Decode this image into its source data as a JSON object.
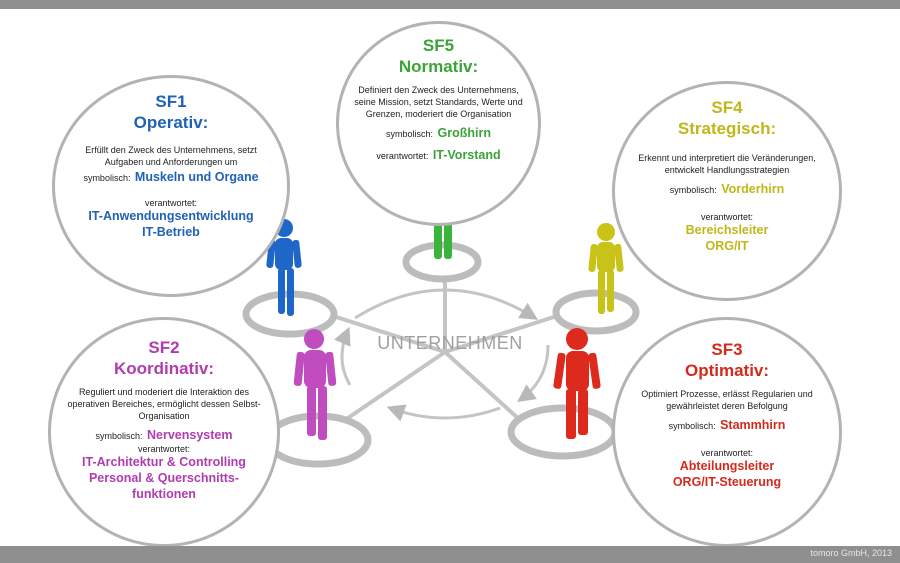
{
  "footer": {
    "credit": "tomoro GmbH, 2013"
  },
  "center": {
    "label": "UNTERNEHMEN"
  },
  "colors": {
    "sf1": "#1f62b5",
    "sf2": "#b03cb0",
    "sf3": "#d42a1e",
    "sf4": "#c2b619",
    "sf5": "#3aa43a",
    "ring": "#b3b3b3"
  },
  "sf5": {
    "code": "SF5",
    "title": "Normativ:",
    "description": "Definiert den Zweck des Unternehmens, seine Mission, setzt Standards, Werte und Grenzen, moderiert die Organisation",
    "symbolic_label": "symbolisch:",
    "symbolic_value": "Großhirn",
    "responsible_label": "verantwortet:",
    "responsible_value": "IT-Vorstand"
  },
  "sf1": {
    "code": "SF1",
    "title": "Operativ:",
    "description": "Erfüllt den Zweck des Unternehmens, setzt Aufgaben und Anforderungen um",
    "symbolic_label": "symbolisch:",
    "symbolic_value": "Muskeln und Organe",
    "responsible_label": "verantwortet:",
    "responsible_lines": [
      "IT-Anwendungsentwicklung",
      "IT-Betrieb"
    ]
  },
  "sf4": {
    "code": "SF4",
    "title": "Strategisch:",
    "description": "Erkennt und interpretiert die Veränderungen, entwickelt Handlungsstrategien",
    "symbolic_label": "symbolisch:",
    "symbolic_value": "Vorderhirn",
    "responsible_label": "verantwortet:",
    "responsible_lines": [
      "Bereichsleiter",
      "ORG/IT"
    ]
  },
  "sf2": {
    "code": "SF2",
    "title": "Koordinativ:",
    "description": "Reguliert und moderiert die Interaktion des operativen Bereiches, ermöglicht dessen Selbst-Organisation",
    "symbolic_label": "symbolisch:",
    "symbolic_value": "Nervensystem",
    "responsible_label": "verantwortet:",
    "responsible_lines": [
      "IT-Architektur & Controlling",
      "Personal & Querschnitts-",
      "funktionen"
    ]
  },
  "sf3": {
    "code": "SF3",
    "title": "Optimativ:",
    "description": "Optimiert Prozesse, erlässt Regularien und gewährleistet deren Befolgung",
    "symbolic_label": "symbolisch:",
    "symbolic_value": "Stammhirn",
    "responsible_label": "verantwortet:",
    "responsible_lines": [
      "Abteilungsleiter",
      "ORG/IT-Steuerung"
    ]
  }
}
